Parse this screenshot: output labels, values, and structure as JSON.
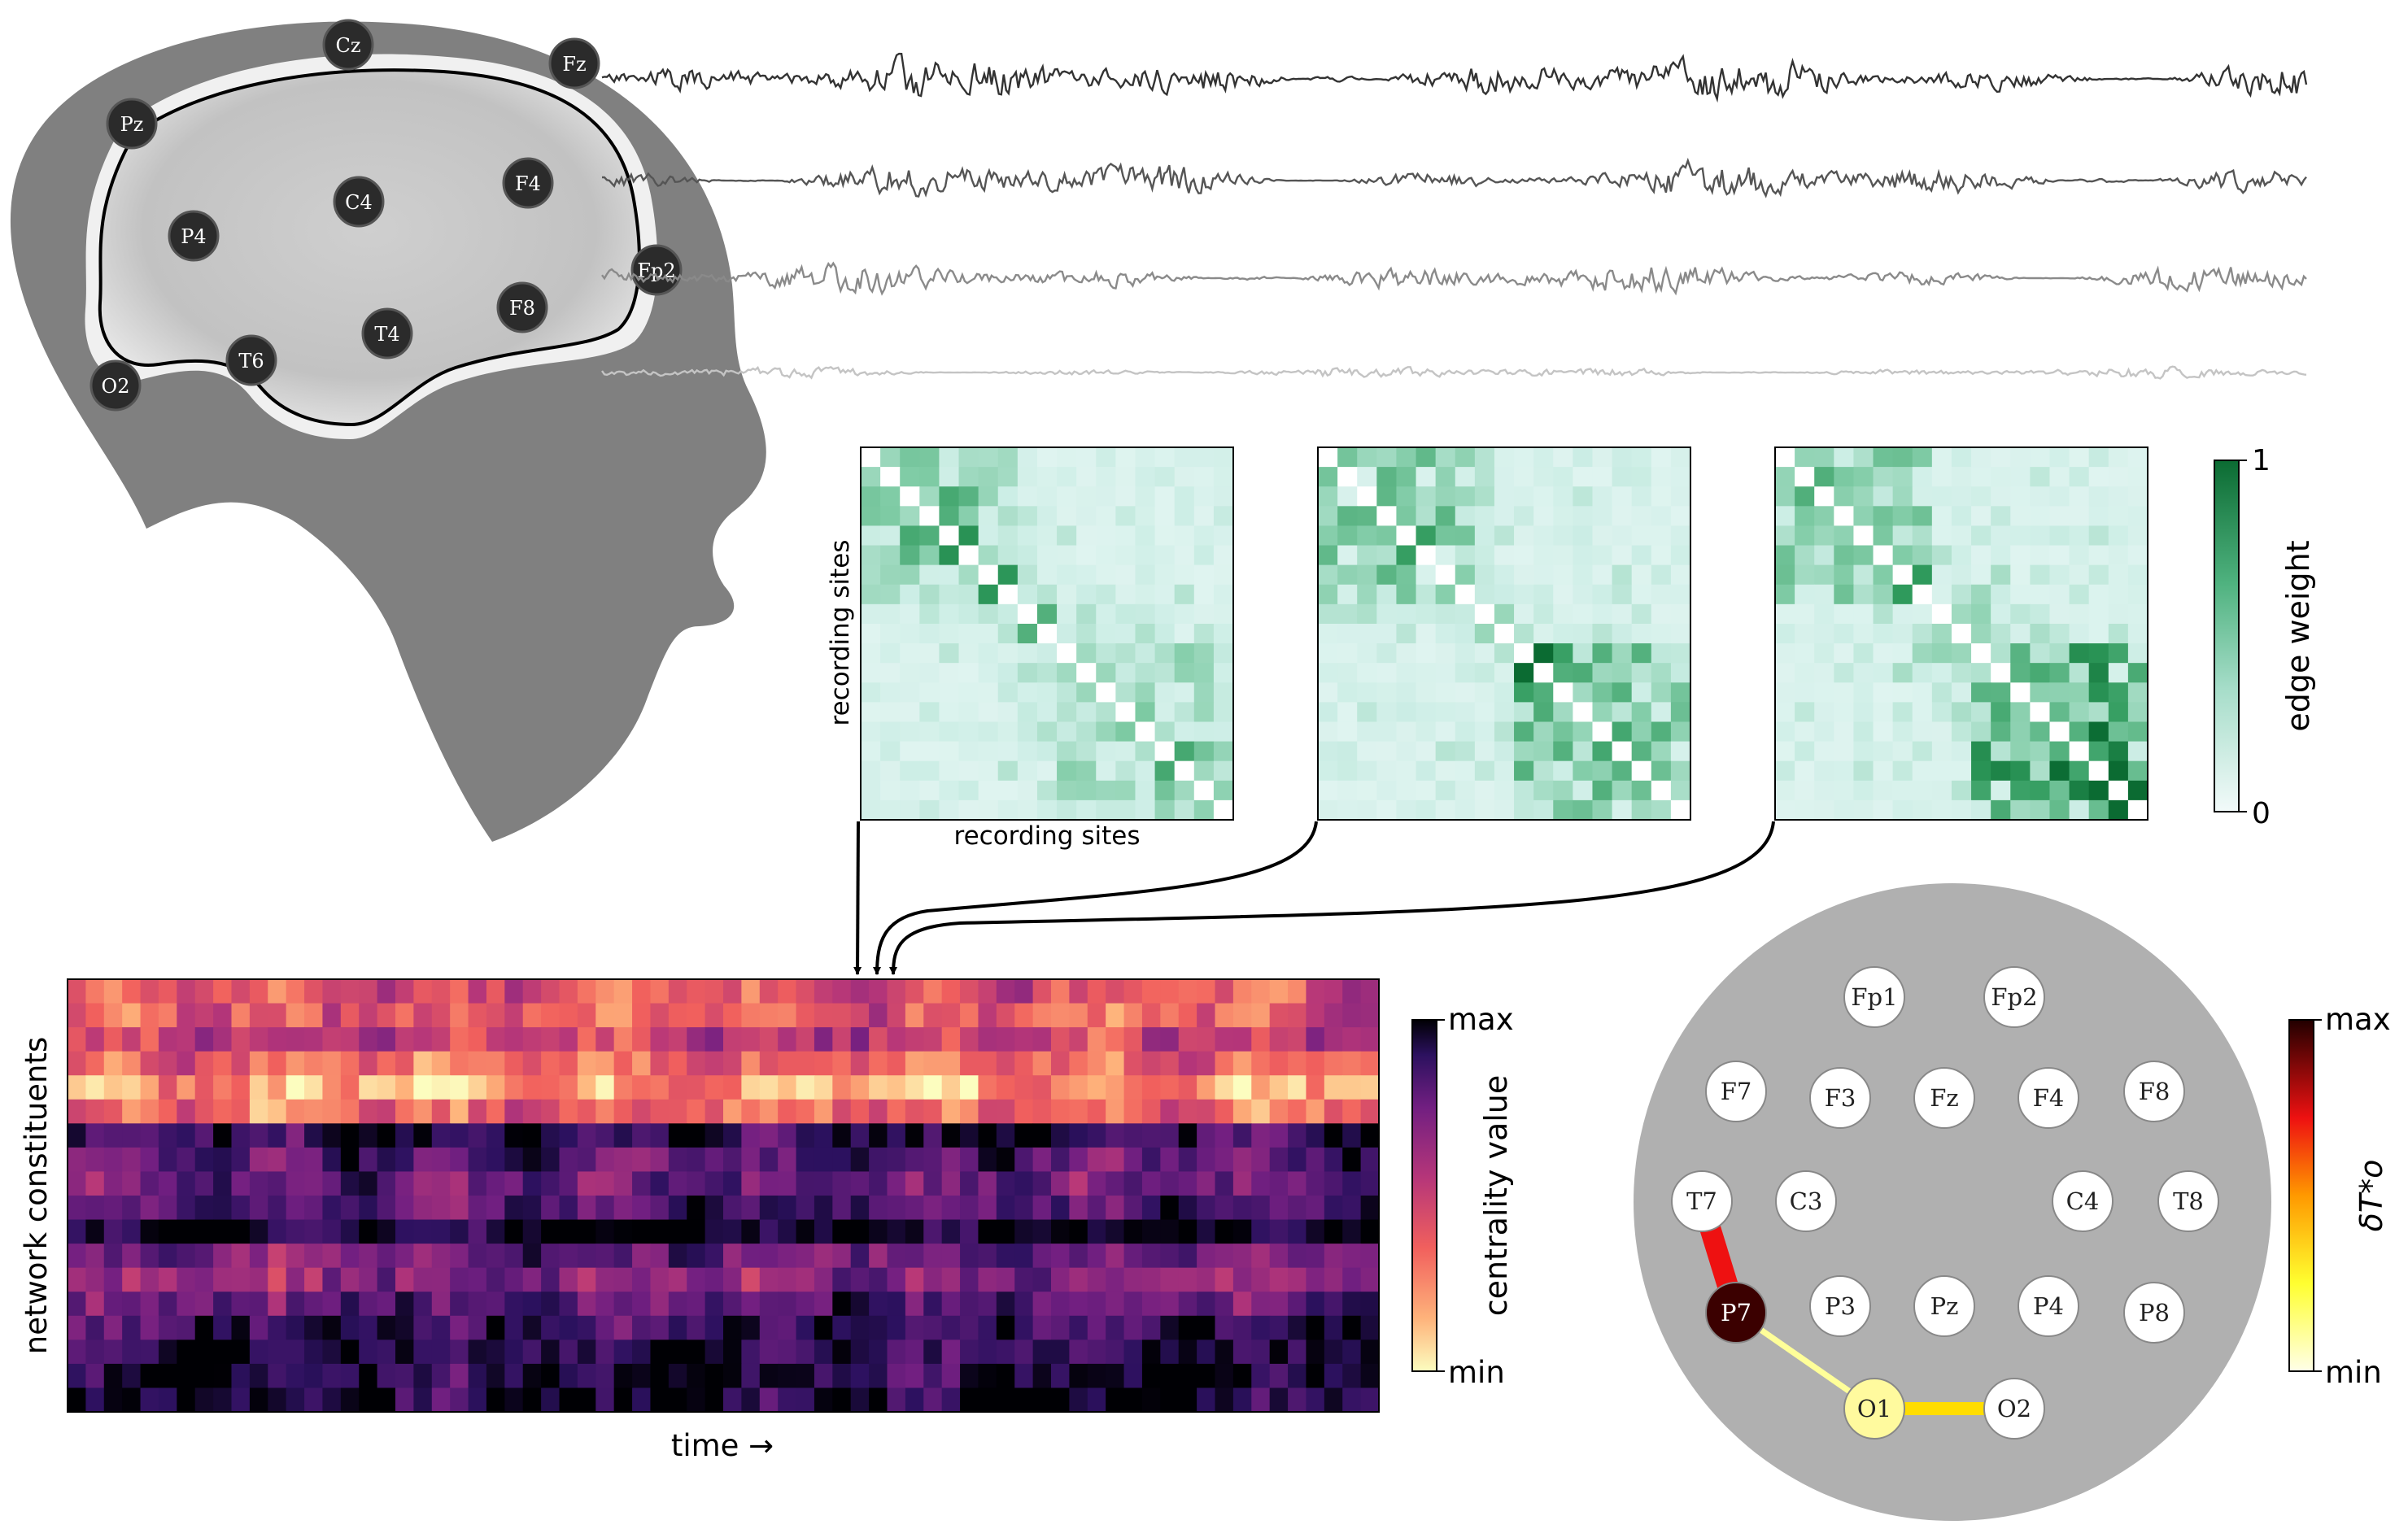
{
  "head": {
    "electrodes": [
      "Cz",
      "Fz",
      "Pz",
      "C4",
      "F4",
      "P4",
      "Fp2",
      "F8",
      "T4",
      "T6",
      "O2"
    ]
  },
  "eeg": {
    "traces": [
      {
        "color": "#333333",
        "amp": 1.0,
        "seed": 11
      },
      {
        "color": "#555555",
        "amp": 0.8,
        "seed": 23
      },
      {
        "color": "#8a8a8a",
        "amp": 0.65,
        "seed": 37
      },
      {
        "color": "#c4c4c4",
        "amp": 0.25,
        "seed": 51
      }
    ]
  },
  "matrices": {
    "xlabel": "recording sites",
    "ylabel": "recording sites",
    "count": 3,
    "size": 19,
    "colorbar": {
      "label": "edge weight",
      "max_label": "1",
      "min_label": "0",
      "min_color": "#f2fafa",
      "max_color": "#0b6b32"
    }
  },
  "heatmap": {
    "xlabel": "time →",
    "ylabel": "network constituents",
    "rows": 18,
    "cols": 72,
    "colorbar": {
      "label": "centrality value",
      "max_label": "max",
      "min_label": "min"
    }
  },
  "topo": {
    "electrodes": [
      "Fp1",
      "Fp2",
      "F7",
      "F3",
      "Fz",
      "F4",
      "F8",
      "T7",
      "C3",
      "C4",
      "T8",
      "P7",
      "P3",
      "Pz",
      "P4",
      "P8",
      "O1",
      "O2"
    ],
    "colorbar": {
      "label": "δT*o",
      "max_label": "max",
      "min_label": "min"
    },
    "node_colors": {
      "P7": "#3b0000",
      "O1": "#fffa9e",
      "default": "#ffffff"
    },
    "edges": [
      {
        "from": "T7",
        "to": "P7",
        "color": "#ee1111",
        "strength": 1.0
      },
      {
        "from": "P7",
        "to": "O1",
        "color": "#ffff99",
        "strength": 0.15
      },
      {
        "from": "O1",
        "to": "O2",
        "color": "#ffdd00",
        "strength": 0.55
      }
    ]
  }
}
